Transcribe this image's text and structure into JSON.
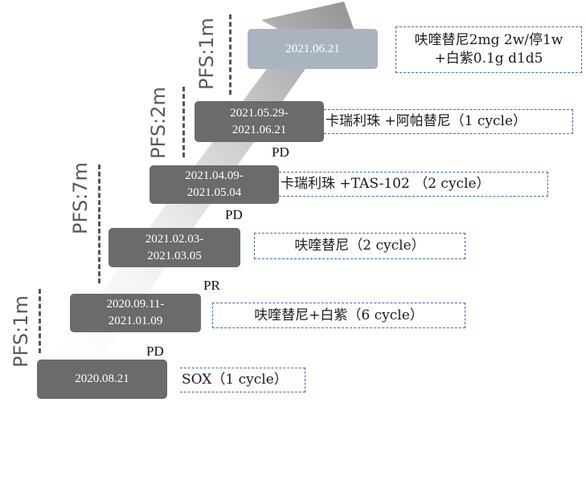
{
  "colors": {
    "date_box_dark": "#6b6b6b",
    "date_box_light": "#a9b4c0",
    "treatment_border": "#3e6fb0",
    "arrow_gradient": "#8c8c8c"
  },
  "timeline": [
    {
      "date": "2021.06.21",
      "treatment": "呋喹替尼2mg 2w/停1w\n+白紫0.1g d1d5",
      "response": ""
    },
    {
      "date": "2021.05.29-\n2021.06.21",
      "treatment": "卡瑞利珠 +阿帕替尼（1 cycle）",
      "response": "PD"
    },
    {
      "date": "2021.04.09-\n2021.05.04",
      "treatment": "卡瑞利珠 +TAS-102 （2 cycle）",
      "response": "PD"
    },
    {
      "date": "2021.02.03-\n2021.03.05",
      "treatment": "呋喹替尼（2 cycle）",
      "response": ""
    },
    {
      "date": "2020.09.11-\n2021.01.09",
      "treatment": "呋喹替尼+白紫（6 cycle）",
      "response": "PR"
    },
    {
      "date": "2020.08.21",
      "treatment": "SOX（1 cycle）",
      "response": "PD"
    }
  ],
  "pfs_labels": [
    "PFS:1m",
    "PFS:2m",
    "PFS:7m",
    "PFS:1m"
  ]
}
